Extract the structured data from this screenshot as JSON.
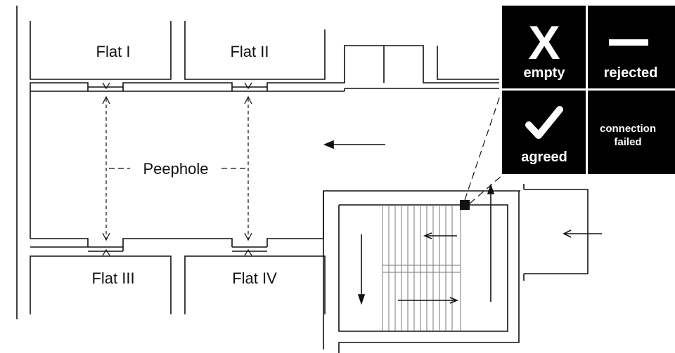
{
  "flats": {
    "flat_1": "Flat I",
    "flat_2": "Flat II",
    "flat_3": "Flat III",
    "flat_4": "Flat IV"
  },
  "peephole_label": "Peephole",
  "status_panel": {
    "empty_symbol": "X",
    "empty_label": "empty",
    "rejected_label": "rejected",
    "agreed_label": "agreed",
    "connection_failed_line1": "connection",
    "connection_failed_line2": "failed"
  },
  "colors": {
    "panel_bg": "#000000",
    "panel_text": "#ffffff",
    "line": "#111111",
    "background": "#ffffff"
  }
}
